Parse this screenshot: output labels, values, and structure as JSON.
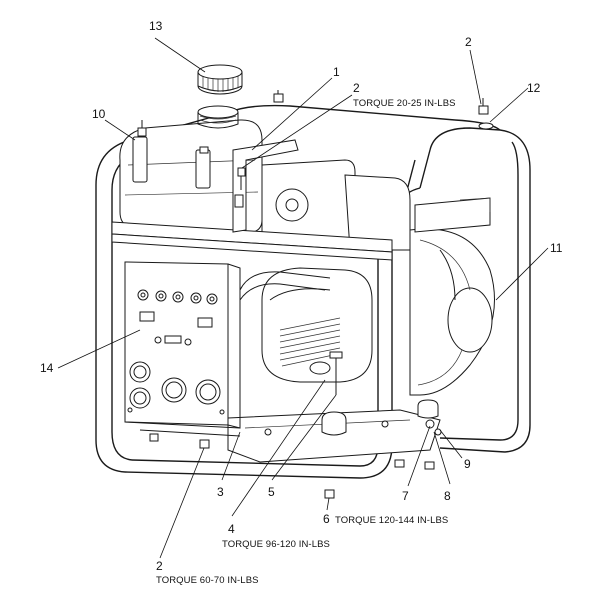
{
  "callouts": {
    "c1": "1",
    "c2_top": "2",
    "c2_center": "2",
    "c2_bottom": "2",
    "c3": "3",
    "c4": "4",
    "c5": "5",
    "c6": "6",
    "c7": "7",
    "c8": "8",
    "c9": "9",
    "c10": "10",
    "c11": "11",
    "c12": "12",
    "c13": "13",
    "c14": "14"
  },
  "torque_specs": {
    "bracket_bolt": "TORQUE 20-25 IN-LBS",
    "frame_bolt": "TORQUE 120-144 IN-LBS",
    "engine_mount": "TORQUE 96-120 IN-LBS",
    "panel_bolt": "TORQUE 60-70 IN-LBS"
  }
}
